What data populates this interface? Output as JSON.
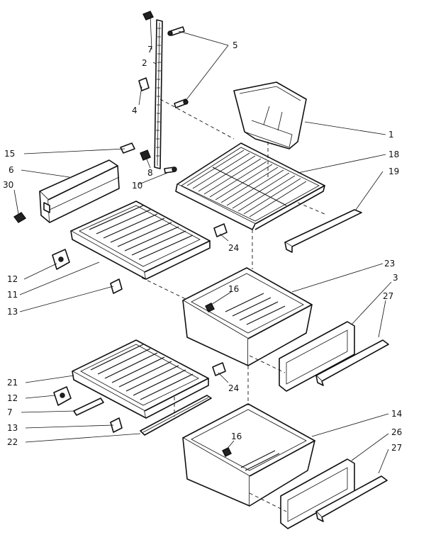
{
  "callouts": [
    {
      "id": "c1",
      "text": "1"
    },
    {
      "id": "c2",
      "text": "2"
    },
    {
      "id": "c3",
      "text": "3"
    },
    {
      "id": "c4",
      "text": "4"
    },
    {
      "id": "c5",
      "text": "5"
    },
    {
      "id": "c6",
      "text": "6"
    },
    {
      "id": "c7a",
      "text": "7"
    },
    {
      "id": "c7b",
      "text": "7"
    },
    {
      "id": "c8",
      "text": "8"
    },
    {
      "id": "c10",
      "text": "10"
    },
    {
      "id": "c11",
      "text": "11"
    },
    {
      "id": "c12a",
      "text": "12"
    },
    {
      "id": "c12b",
      "text": "12"
    },
    {
      "id": "c13a",
      "text": "13"
    },
    {
      "id": "c13b",
      "text": "13"
    },
    {
      "id": "c14",
      "text": "14"
    },
    {
      "id": "c15",
      "text": "15"
    },
    {
      "id": "c16a",
      "text": "16"
    },
    {
      "id": "c16b",
      "text": "16"
    },
    {
      "id": "c18",
      "text": "18"
    },
    {
      "id": "c19",
      "text": "19"
    },
    {
      "id": "c21",
      "text": "21"
    },
    {
      "id": "c22",
      "text": "22"
    },
    {
      "id": "c23",
      "text": "23"
    },
    {
      "id": "c24a",
      "text": "24"
    },
    {
      "id": "c24b",
      "text": "24"
    },
    {
      "id": "c26",
      "text": "26"
    },
    {
      "id": "c27a",
      "text": "27"
    },
    {
      "id": "c27b",
      "text": "27"
    },
    {
      "id": "c30",
      "text": "30"
    }
  ]
}
